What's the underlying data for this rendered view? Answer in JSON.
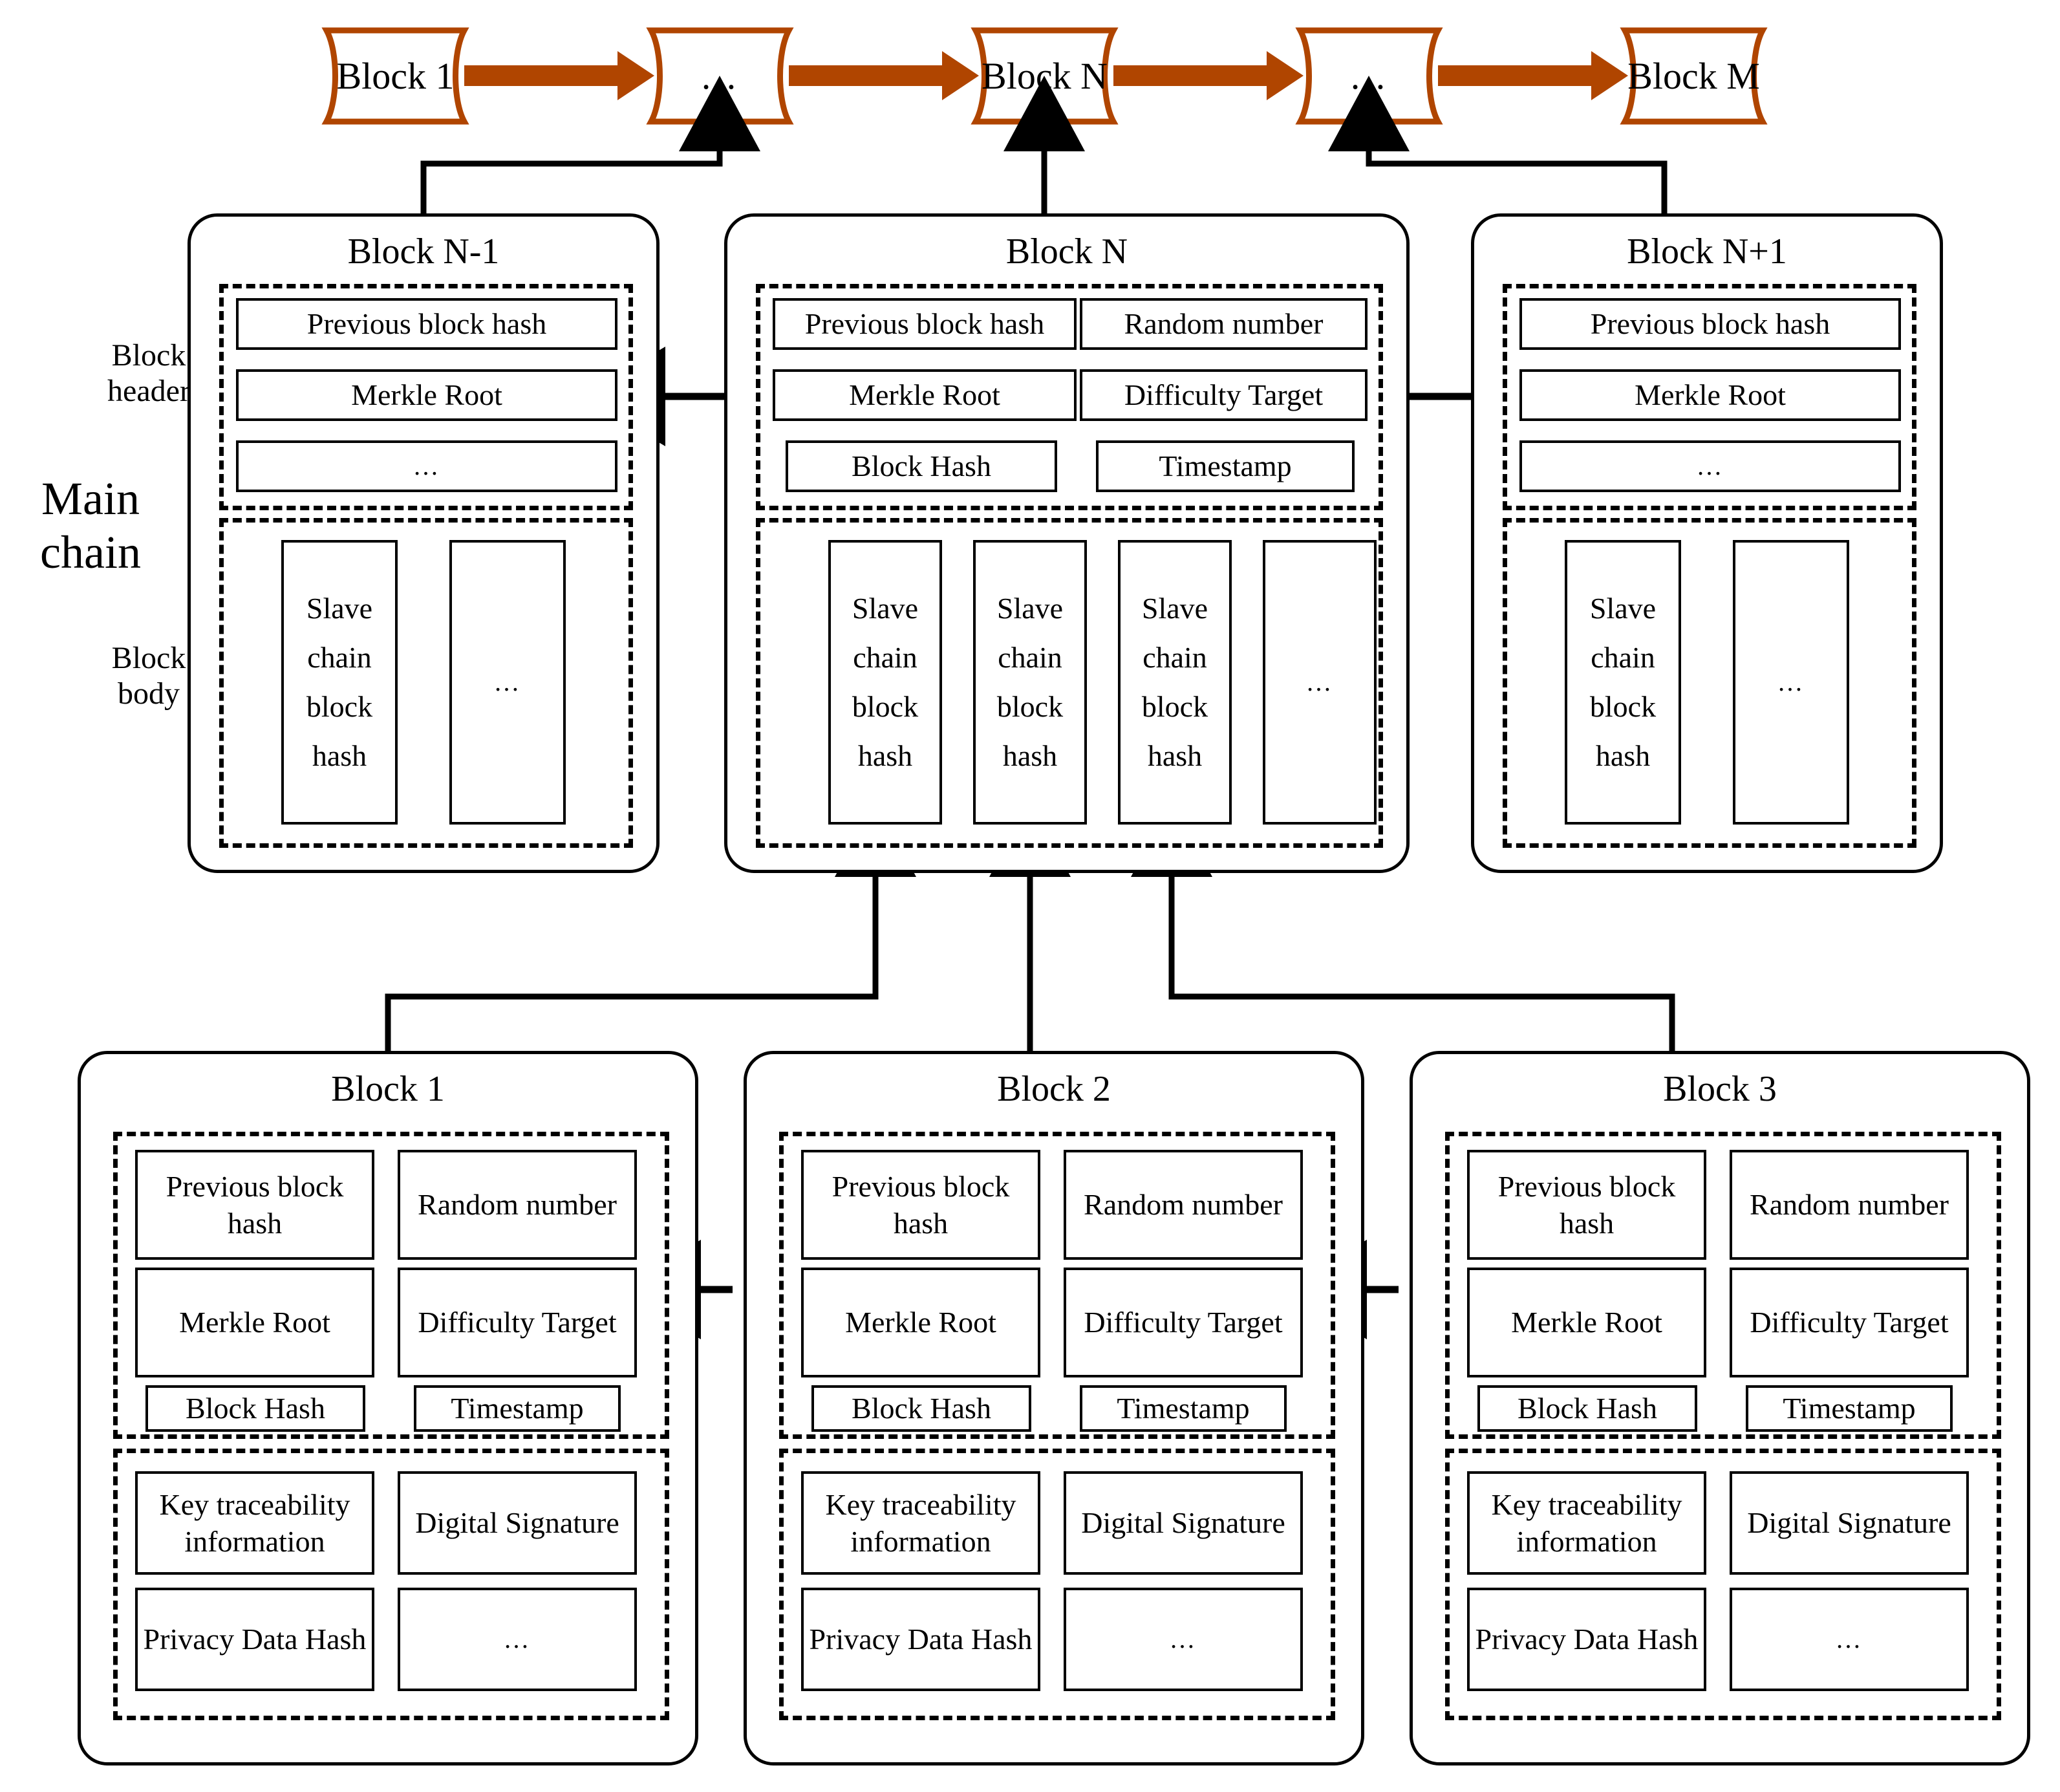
{
  "colors": {
    "chain_orange": "#B04500",
    "line_black": "#000000",
    "background": "#FFFFFF"
  },
  "side_labels": {
    "block_header": "Block\nheader",
    "main_chain": "Main\nchain",
    "block_body": "Block\nbody"
  },
  "top_chain": {
    "nodes": [
      {
        "label": "Block 1"
      },
      {
        "label": "…"
      },
      {
        "label": "Block N"
      },
      {
        "label": "…"
      },
      {
        "label": "Block M"
      }
    ]
  },
  "main_chain": {
    "blocks": [
      {
        "title": "Block N-1",
        "header_rows": [
          [
            {
              "text": "Previous block hash",
              "span": 2
            }
          ],
          [
            {
              "text": "Merkle Root",
              "span": 2
            }
          ],
          [
            {
              "text": "…",
              "span": 2
            }
          ]
        ],
        "body_cells": [
          {
            "text": "Slave chain block hash"
          },
          {
            "text": "…"
          }
        ]
      },
      {
        "title": "Block N",
        "header_rows": [
          [
            {
              "text": "Previous block hash"
            },
            {
              "text": "Random number"
            }
          ],
          [
            {
              "text": "Merkle Root"
            },
            {
              "text": "Difficulty Target"
            }
          ],
          [
            {
              "text": "Block Hash"
            },
            {
              "text": "Timestamp"
            }
          ]
        ],
        "body_cells": [
          {
            "text": "Slave chain block hash"
          },
          {
            "text": "Slave chain block hash"
          },
          {
            "text": "Slave chain block hash"
          },
          {
            "text": "…"
          }
        ]
      },
      {
        "title": "Block N+1",
        "header_rows": [
          [
            {
              "text": "Previous block hash",
              "span": 2
            }
          ],
          [
            {
              "text": "Merkle Root",
              "span": 2
            }
          ],
          [
            {
              "text": "…",
              "span": 2
            }
          ]
        ],
        "body_cells": [
          {
            "text": "Slave chain block hash"
          },
          {
            "text": "…"
          }
        ]
      }
    ]
  },
  "slave_chain": {
    "blocks": [
      {
        "title": "Block 1",
        "header_rows": [
          [
            {
              "text": "Previous block hash"
            },
            {
              "text": "Random number"
            }
          ],
          [
            {
              "text": "Merkle Root"
            },
            {
              "text": "Difficulty Target"
            }
          ],
          [
            {
              "text": "Block Hash"
            },
            {
              "text": "Timestamp"
            }
          ]
        ],
        "body_rows": [
          [
            {
              "text": "Key traceability information"
            },
            {
              "text": "Digital Signature"
            }
          ],
          [
            {
              "text": "Privacy Data Hash"
            },
            {
              "text": "…"
            }
          ]
        ]
      },
      {
        "title": "Block 2",
        "header_rows": [
          [
            {
              "text": "Previous block hash"
            },
            {
              "text": "Random number"
            }
          ],
          [
            {
              "text": "Merkle Root"
            },
            {
              "text": "Difficulty Target"
            }
          ],
          [
            {
              "text": "Block Hash"
            },
            {
              "text": "Timestamp"
            }
          ]
        ],
        "body_rows": [
          [
            {
              "text": "Key traceability information"
            },
            {
              "text": "Digital Signature"
            }
          ],
          [
            {
              "text": "Privacy Data Hash"
            },
            {
              "text": "…"
            }
          ]
        ]
      },
      {
        "title": "Block 3",
        "header_rows": [
          [
            {
              "text": "Previous block hash"
            },
            {
              "text": "Random number"
            }
          ],
          [
            {
              "text": "Merkle Root"
            },
            {
              "text": "Difficulty Target"
            }
          ],
          [
            {
              "text": "Block Hash"
            },
            {
              "text": "Timestamp"
            }
          ]
        ],
        "body_rows": [
          [
            {
              "text": "Key traceability information"
            },
            {
              "text": "Digital Signature"
            }
          ],
          [
            {
              "text": "Privacy Data Hash"
            },
            {
              "text": "…"
            }
          ]
        ]
      }
    ]
  }
}
